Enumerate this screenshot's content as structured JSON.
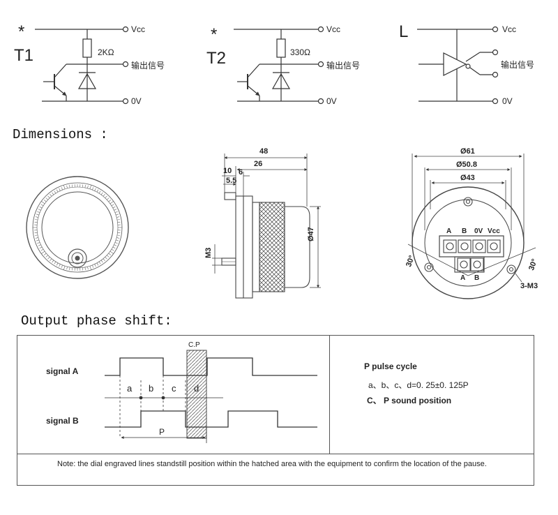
{
  "circuits": {
    "t1": {
      "star": "*",
      "name": "T1",
      "resistor": "2KΩ",
      "vcc": "Vcc",
      "output": "输出信号",
      "ground": "0V"
    },
    "t2": {
      "star": "*",
      "name": "T2",
      "resistor": "330Ω",
      "vcc": "Vcc",
      "output": "输出信号",
      "ground": "0V"
    },
    "l": {
      "name": "L",
      "vcc": "Vcc",
      "output": "输出信号",
      "ground": "0V"
    }
  },
  "dimensions": {
    "heading": "Dimensions :",
    "side": {
      "d48": "48",
      "d26": "26",
      "d10": "10",
      "d6": "6",
      "d5_5": "5.5",
      "dia47": "Ø47",
      "m3": "M3"
    },
    "back": {
      "dia61": "Ø61",
      "dia50_8": "Ø50.8",
      "dia43": "Ø43",
      "terminals": [
        "A",
        "B",
        "0V",
        "Vcc"
      ],
      "lower_terminals": [
        "A",
        "B"
      ],
      "angle_left": "30°",
      "angle_right": "30°",
      "holes": "3-M3"
    }
  },
  "phase": {
    "heading": "Output phase shift:",
    "cp": "C.P",
    "signal_a": "signal A",
    "signal_b": "signal B",
    "segments": [
      "a",
      "b",
      "c",
      "d"
    ],
    "period": "P",
    "legend": {
      "title": "P pulse cycle",
      "formula": "a、b、c、d=0. 25±0. 125P",
      "sound": "C、 P sound position"
    },
    "note": "Note: the dial engraved lines standstill position within the hatched area with the equipment to confirm the location of the pause."
  }
}
